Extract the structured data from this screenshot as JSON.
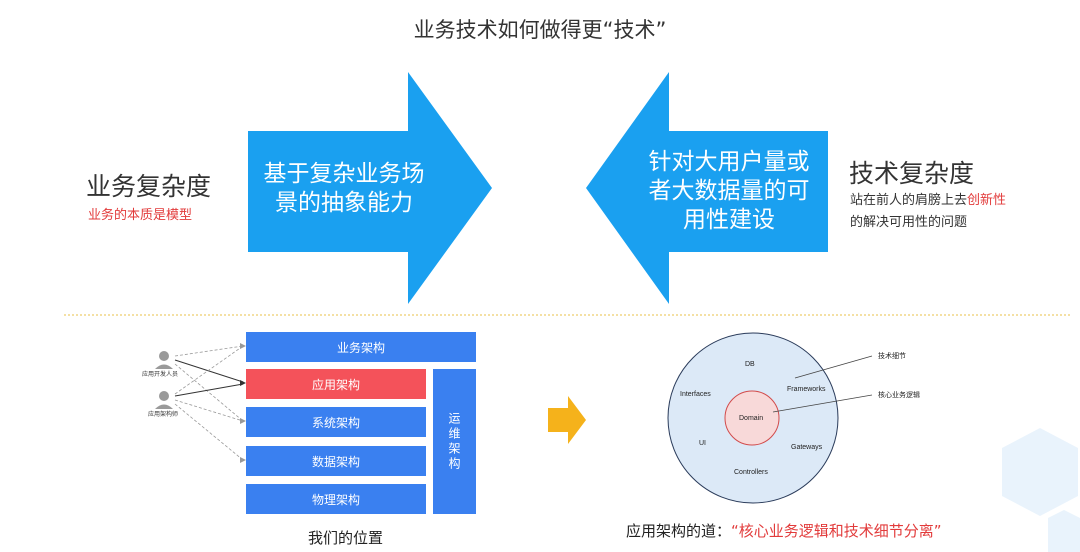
{
  "title": "业务技术如何做得更“技术”",
  "left": {
    "heading": "业务复杂度",
    "subtitle": "业务的本质是模型",
    "arrow_text": "基于复杂业务场景的抽象能力"
  },
  "right": {
    "heading": "技术复杂度",
    "desc_part1": "站在前人的肩膀上去",
    "desc_highlight": "创新性",
    "desc_part2": "的解决可用性的问题",
    "arrow_text": "针对大用户量或者大数据量的可用性建设"
  },
  "colors": {
    "arrow_blue": "#1aa0f0",
    "layer_blue": "#3a80f0",
    "highlight_red": "#f4525a",
    "accent_red": "#e23b3b",
    "transition_arrow": "#f5b21b",
    "divider": "#e8c24a"
  },
  "architecture": {
    "roles": [
      "应用开发人员",
      "应用架构师"
    ],
    "layers": {
      "business": "业务架构",
      "application": "应用架构",
      "system": "系统架构",
      "data": "数据架构",
      "physical": "物理架构"
    },
    "operations": "运维架构",
    "caption": "我们的位置"
  },
  "onion": {
    "center": "Domain",
    "outer_labels": [
      "DB",
      "Interfaces",
      "Frameworks",
      "UI",
      "Gateways",
      "Controllers"
    ],
    "callout_outer": "技术细节",
    "callout_inner": "核心业务逻辑",
    "caption_prefix": "应用架构的道：",
    "caption_quote": "“核心业务逻辑和技术细节分离”"
  }
}
